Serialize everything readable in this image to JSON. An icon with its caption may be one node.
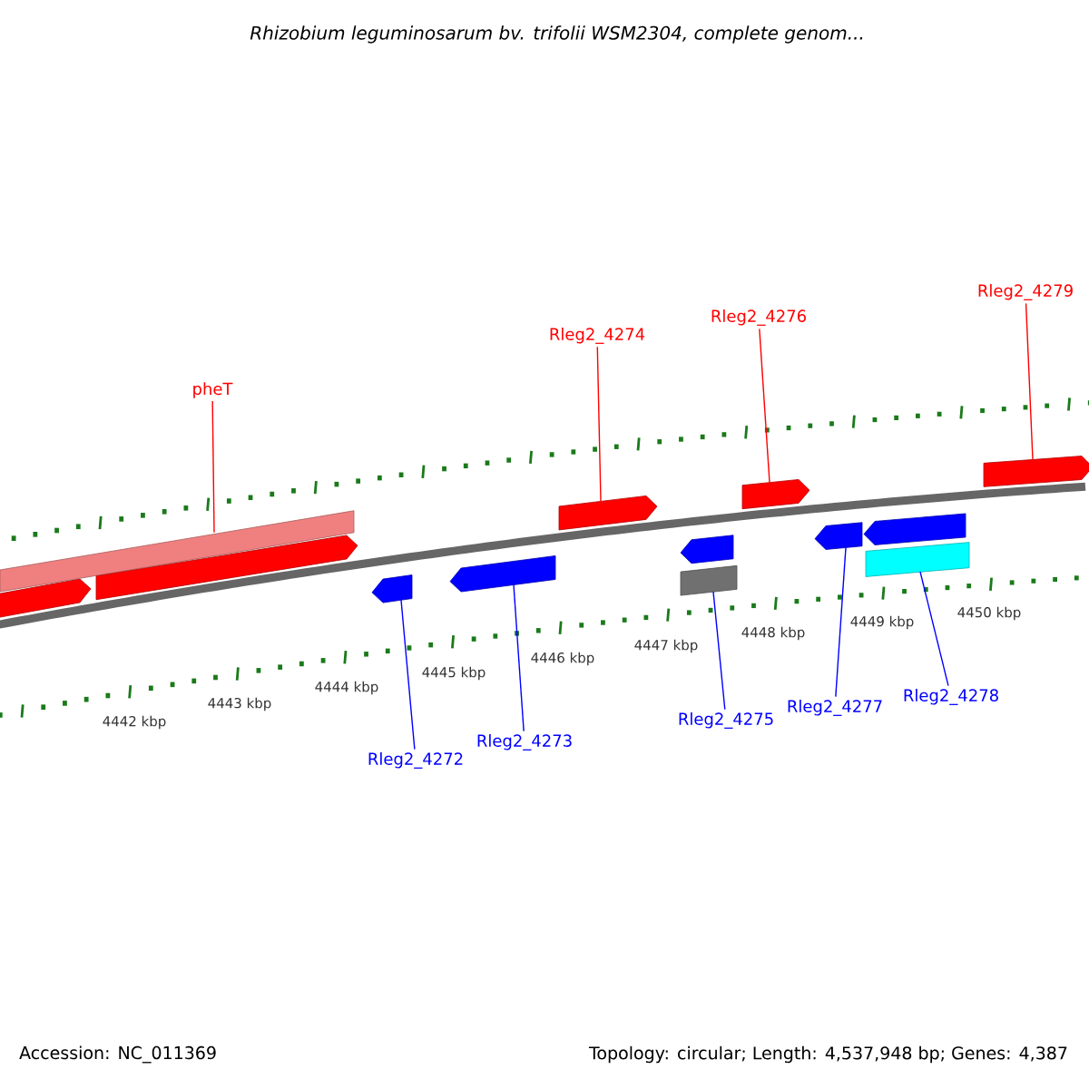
{
  "diagram": {
    "title": "Rhizobium leguminosarum bv. trifolii WSM2304, complete genom...",
    "nodes": [
      {
        "text": [
          "pheT"
        ]
      },
      {
        "text": [
          "Rleg2_4274"
        ]
      },
      {
        "text": [
          "Rleg2_4276"
        ]
      },
      {
        "text": [
          "Rleg2_4279"
        ]
      },
      {
        "text": [
          "Rleg2_4272"
        ]
      },
      {
        "text": [
          "Rleg2_4273"
        ]
      },
      {
        "text": [
          "Rleg2_4275"
        ]
      },
      {
        "text": [
          "Rleg2_4277"
        ]
      },
      {
        "text": [
          "Rleg2_4278"
        ]
      },
      {
        "text": [],
        "shape": "bar"
      },
      {
        "text": [],
        "shape": "bar"
      },
      {
        "text": [],
        "shape": "bar"
      },
      {
        "text": [],
        "shape": "bar"
      },
      {
        "text": [],
        "shape": "bar"
      },
      {
        "text": [],
        "shape": "bar"
      },
      {
        "text": [],
        "shape": "bar"
      },
      {
        "text": [],
        "shape": "bar"
      },
      {
        "text": [],
        "shape": "bar"
      },
      {
        "text": [],
        "shape": "bar"
      },
      {
        "text": [],
        "shape": "bar"
      },
      {
        "text": [],
        "shape": "bar"
      },
      {
        "text": [],
        "shape": "bar"
      }
    ],
    "edges": [
      {
        "from": 0,
        "to": 10,
        "arrow": "none",
        "color": "#ff0000"
      },
      {
        "from": 1,
        "to": 14,
        "arrow": "none",
        "color": "#ff0000"
      },
      {
        "from": 2,
        "to": 17,
        "arrow": "none",
        "color": "#ff0000"
      },
      {
        "from": 3,
        "to": 21,
        "arrow": "none",
        "color": "#ff0000"
      },
      {
        "from": 4,
        "to": 12,
        "arrow": "none"
      },
      {
        "from": 5,
        "to": 13,
        "arrow": "none"
      },
      {
        "from": 6,
        "to": 16,
        "arrow": "none"
      },
      {
        "from": 7,
        "to": 18,
        "arrow": "none"
      },
      {
        "from": 8,
        "to": 20,
        "arrow": "none"
      }
    ],
    "labels": [
      "4442 kbp",
      "4443 kbp",
      "4444 kbp",
      "4445 kbp",
      "4446 kbp",
      "4447 kbp",
      "4448 kbp",
      "4449 kbp",
      "4450 kbp",
      "Accession: NC_011369",
      "Topology: circular; Length: 4,537,948 bp; Genes: 4,387"
    ]
  }
}
